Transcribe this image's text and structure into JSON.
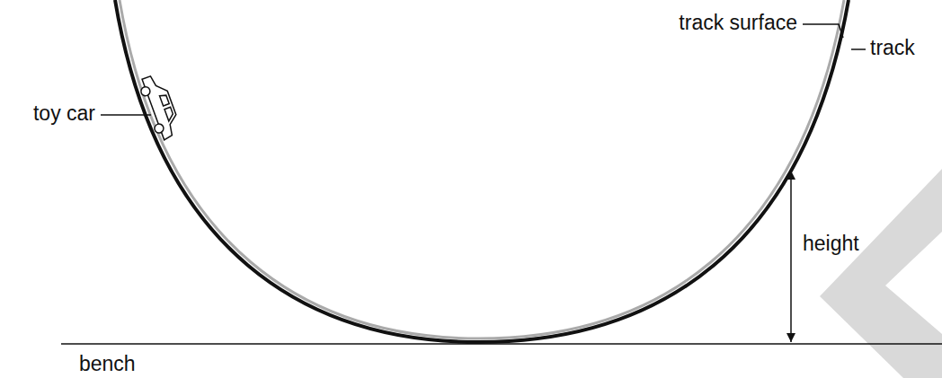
{
  "diagram": {
    "labels": [
      "toy car",
      "track surface",
      "track",
      "height",
      "bench"
    ]
  }
}
